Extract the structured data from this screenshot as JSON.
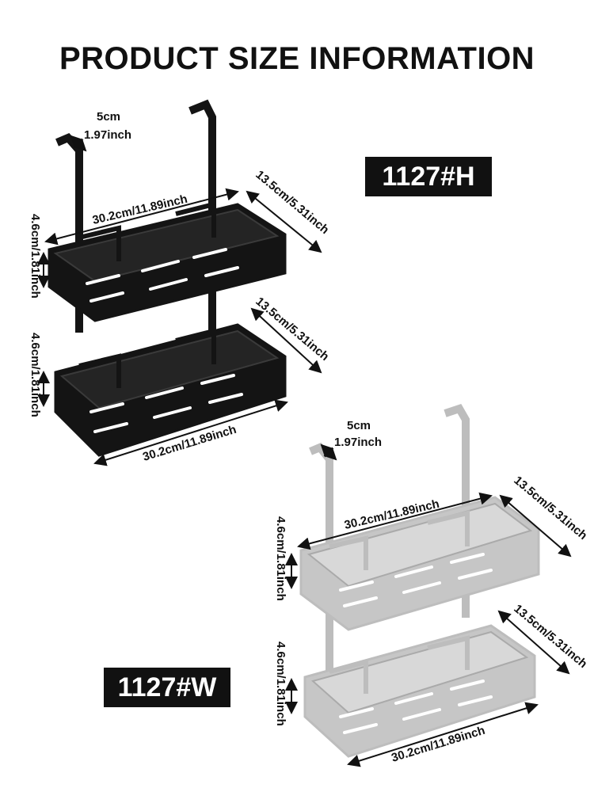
{
  "header": {
    "title": "PRODUCT SIZE INFORMATION"
  },
  "products": [
    {
      "model": "1127#H",
      "finish_color": "#141414",
      "dims": {
        "hook_depth_cm": "5cm",
        "hook_depth_in": "1.97inch",
        "top_width": "30.2cm/11.89inch",
        "top_depth": "13.5cm/5.31inch",
        "top_height": "4.6cm/1.81inch",
        "bottom_depth": "13.5cm/5.31inch",
        "bottom_height": "4.6cm/1.81inch",
        "bottom_width": "30.2cm/11.89inch"
      }
    },
    {
      "model": "1127#W",
      "finish_color": "#c6c6c6",
      "dims": {
        "hook_depth_cm": "5cm",
        "hook_depth_in": "1.97inch",
        "top_width": "30.2cm/11.89inch",
        "top_depth": "13.5cm/5.31inch",
        "top_height": "4.6cm/1.81inch",
        "bottom_depth": "13.5cm/5.31inch",
        "bottom_height": "4.6cm/1.81inch",
        "bottom_width": "30.2cm/11.89inch"
      }
    }
  ]
}
